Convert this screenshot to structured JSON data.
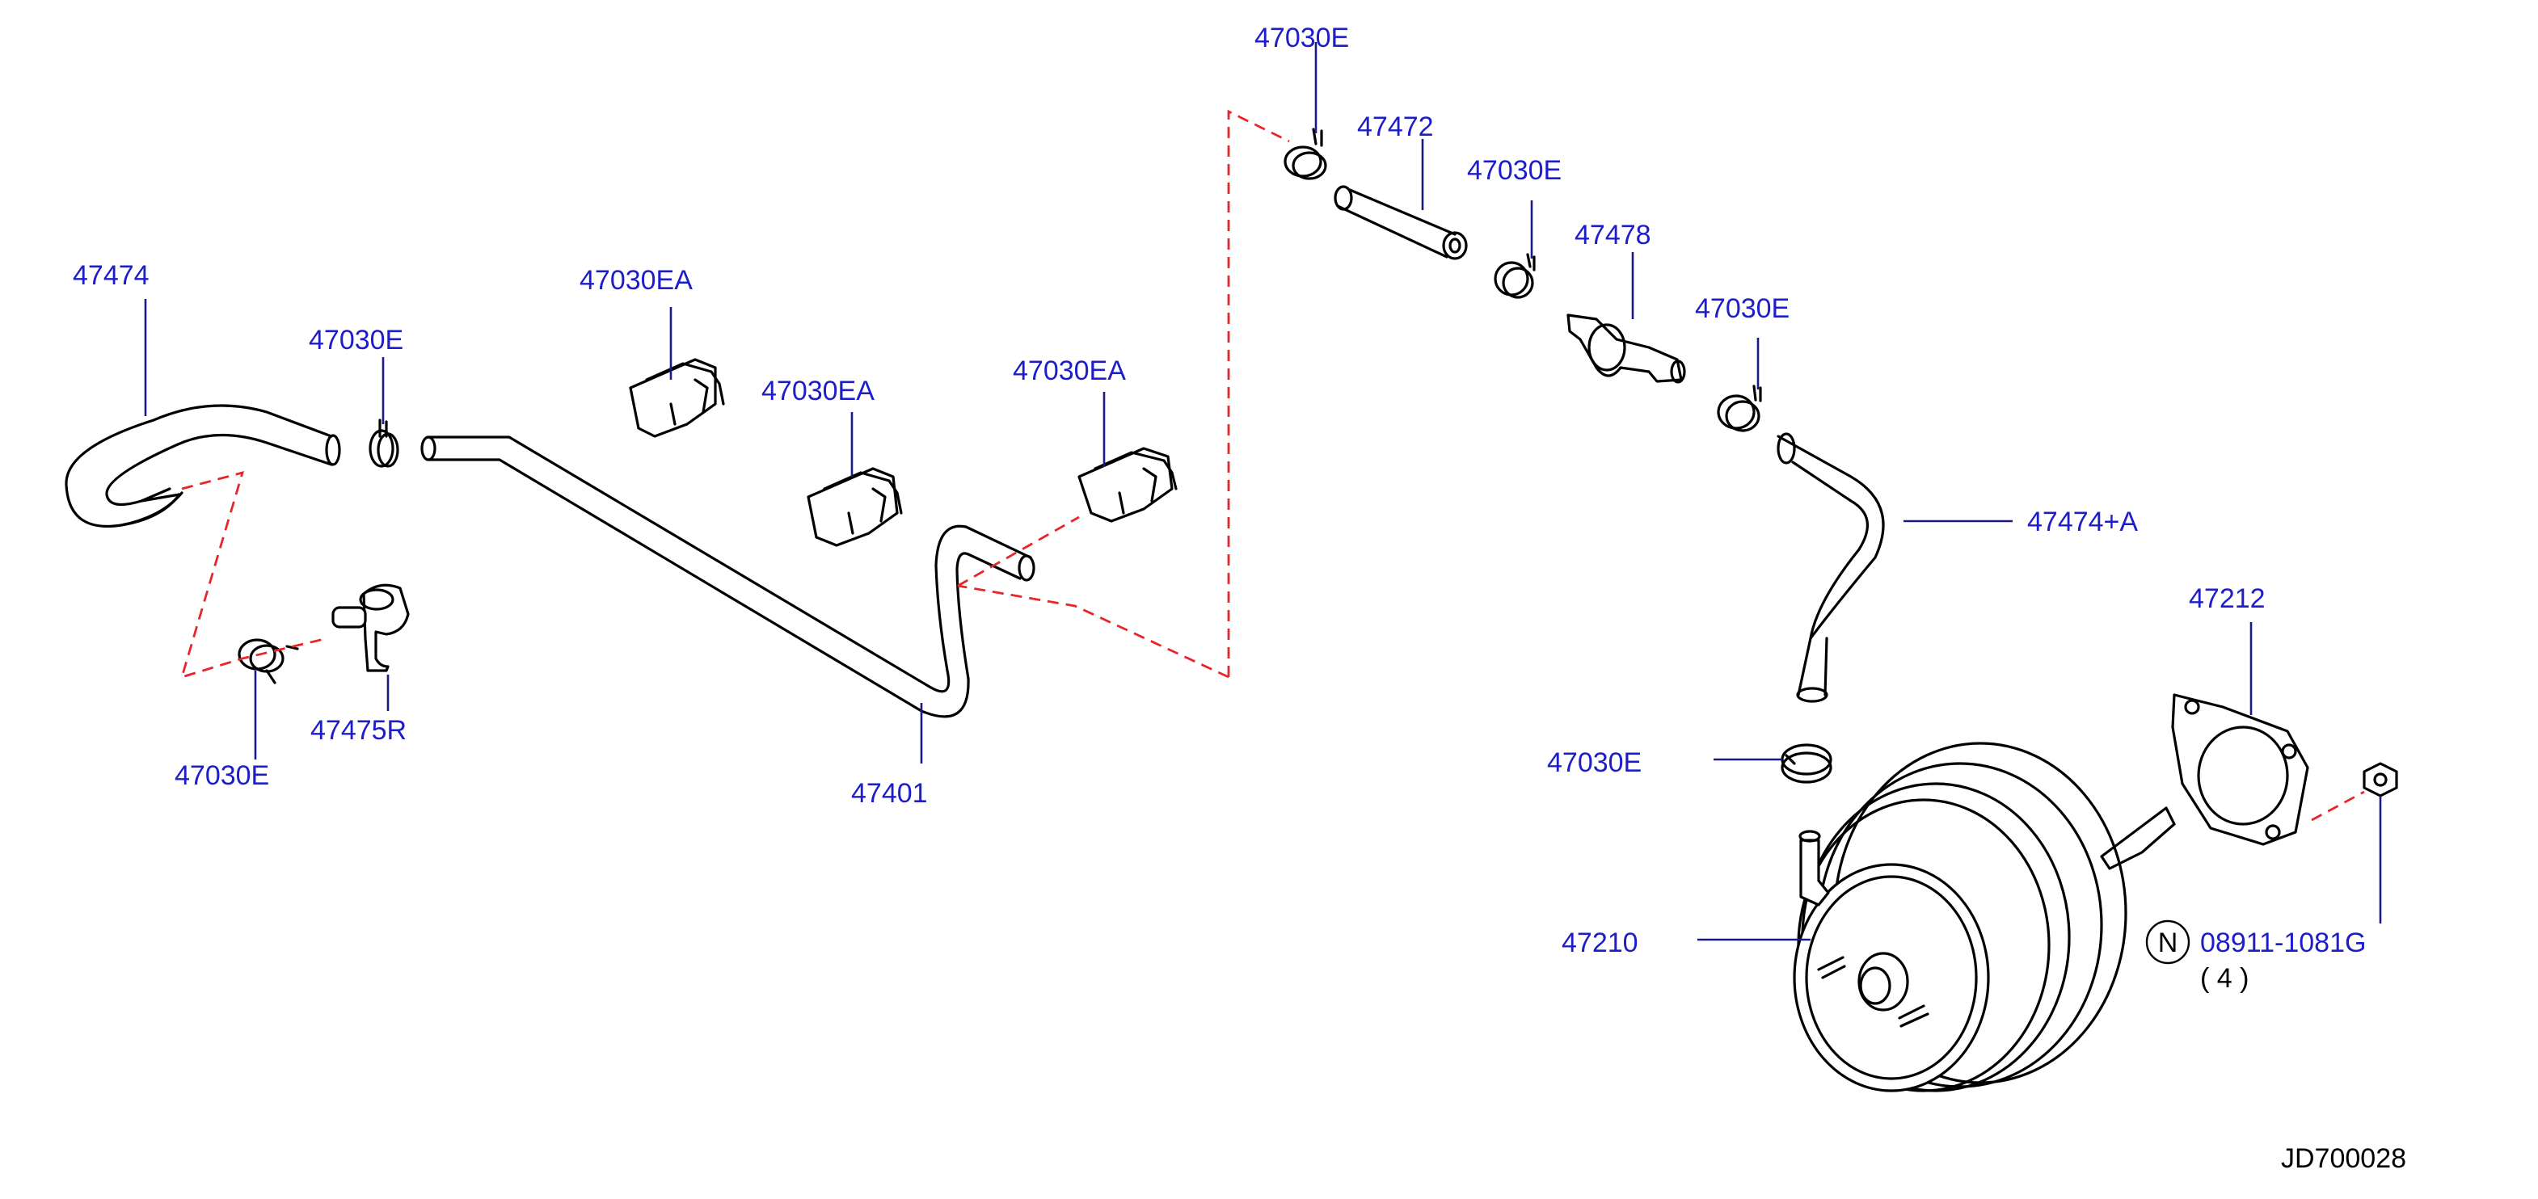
{
  "labels": {
    "hose_left": "47474",
    "clamp_top_left": "47030E",
    "clip_1": "47030EA",
    "clip_2": "47030EA",
    "clip_3": "47030EA",
    "valve": "47475R",
    "clamp_bottom_left": "47030E",
    "tube": "47401",
    "clamp_top": "47030E",
    "hose_short": "47472",
    "clamp_upper_right": "47030E",
    "check_valve": "47478",
    "clamp_right": "47030E",
    "hose_right": "47474+A",
    "gasket": "47212",
    "clamp_booster": "47030E",
    "booster": "47210",
    "nut_marker": "N",
    "nut": "08911-1081G",
    "nut_qty": "( 4 )"
  },
  "diagram_code": "JD700028",
  "colors": {
    "label": "#1d1dc9",
    "leader": "#1a1a80",
    "dashed_link": "#e8262a",
    "part_outline": "#000000"
  }
}
